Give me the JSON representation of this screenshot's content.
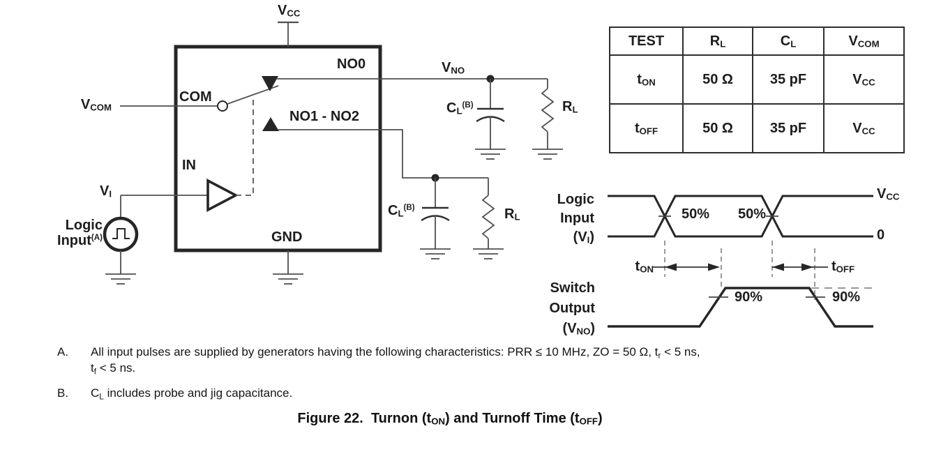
{
  "sym": {
    "vcc": {
      "base": "V",
      "sub": "CC"
    },
    "vcom": {
      "base": "V",
      "sub": "COM"
    },
    "vno": {
      "base": "V",
      "sub": "NO"
    },
    "vi": {
      "base": "V",
      "sub": "I"
    },
    "cl": {
      "base": "C",
      "sub": "L",
      "sup": "(B)"
    },
    "rl": {
      "base": "R",
      "sub": "L"
    },
    "ton": {
      "base": "t",
      "sub": "ON"
    },
    "toff": {
      "base": "t",
      "sub": "OFF"
    }
  },
  "circuit": {
    "com": "COM",
    "no0": "NO0",
    "no1no2": "NO1 - NO2",
    "in_pin": "IN",
    "gnd": "GND",
    "logic1": "Logic",
    "logic2": "Input",
    "logic_sup": "(A)"
  },
  "table": {
    "headers": [
      {
        "base": "TEST"
      },
      {
        "base": "R",
        "sub": "L"
      },
      {
        "base": "C",
        "sub": "L"
      },
      {
        "base": "V",
        "sub": "COM"
      }
    ],
    "rows": [
      [
        {
          "base": "t",
          "sub": "ON"
        },
        {
          "base": "50 Ω"
        },
        {
          "base": "35 pF"
        },
        {
          "base": "V",
          "sub": "CC"
        }
      ],
      [
        {
          "base": "t",
          "sub": "OFF"
        },
        {
          "base": "50 Ω"
        },
        {
          "base": "35 pF"
        },
        {
          "base": "V",
          "sub": "CC"
        }
      ]
    ]
  },
  "timing": {
    "in1": "Logic",
    "in2": "Input",
    "in3_pre": "(V",
    "in3_sub": "I",
    "in3_post": ")",
    "out1": "Switch",
    "out2": "Output",
    "out3_pre": "(V",
    "out3_sub": "NO",
    "out3_post": ")",
    "zero": "0",
    "pct50": "50%",
    "pct90": "90%"
  },
  "notes": {
    "a_label": "A.",
    "a1_pre": "All input pulses are supplied by generators having the following characteristics: PRR ≤ 10 MHz, ZO = 50 Ω, t",
    "a1_sub": "r",
    "a1_post": " < 5 ns,",
    "a2_pre": "t",
    "a2_sub": "f",
    "a2_post": " < 5 ns.",
    "b_label": "B.",
    "b_pre": "C",
    "b_sub": "L",
    "b_post": " includes probe and jig capacitance."
  },
  "caption": {
    "p1": "Figure 22.  Turnon (t",
    "s1": "ON",
    "p2": ") and Turnoff Time (t",
    "s2": "OFF",
    "p3": ")"
  }
}
